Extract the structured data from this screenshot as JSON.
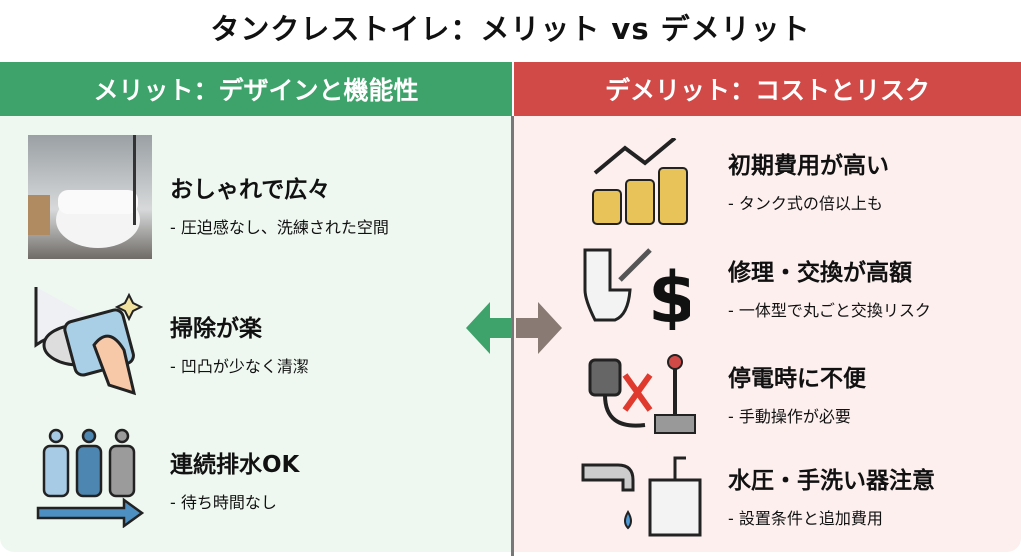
{
  "title": "タンクレストイレ：メリット vs デメリット",
  "merit": {
    "header": "メリット：デザインと機能性",
    "items": [
      {
        "heading": "おしゃれで広々",
        "sub": "- 圧迫感なし、洗練された空間",
        "icon": "modern-toilet-photo"
      },
      {
        "heading": "掃除が楽",
        "sub": "- 凹凸が少なく清潔",
        "icon": "cleaning-hand-icon"
      },
      {
        "heading": "連続排水OK",
        "sub": "- 待ち時間なし",
        "icon": "people-queue-icon"
      }
    ]
  },
  "demerit": {
    "header": "デメリット：コストとリスク",
    "items": [
      {
        "heading": "初期費用が高い",
        "sub": "- タンク式の倍以上も",
        "icon": "coins-chart-icon"
      },
      {
        "heading": "修理・交換が高額",
        "sub": "- 一体型で丸ごと交換リスク",
        "icon": "broken-toilet-dollar-icon"
      },
      {
        "heading": "停電時に不便",
        "sub": "- 手動操作が必要",
        "icon": "plug-lever-icon"
      },
      {
        "heading": "水圧・手洗い器注意",
        "sub": "- 設置条件と追加費用",
        "icon": "faucet-sink-icon"
      }
    ]
  },
  "colors": {
    "green": "#3ea36a",
    "red": "#d24a47"
  }
}
